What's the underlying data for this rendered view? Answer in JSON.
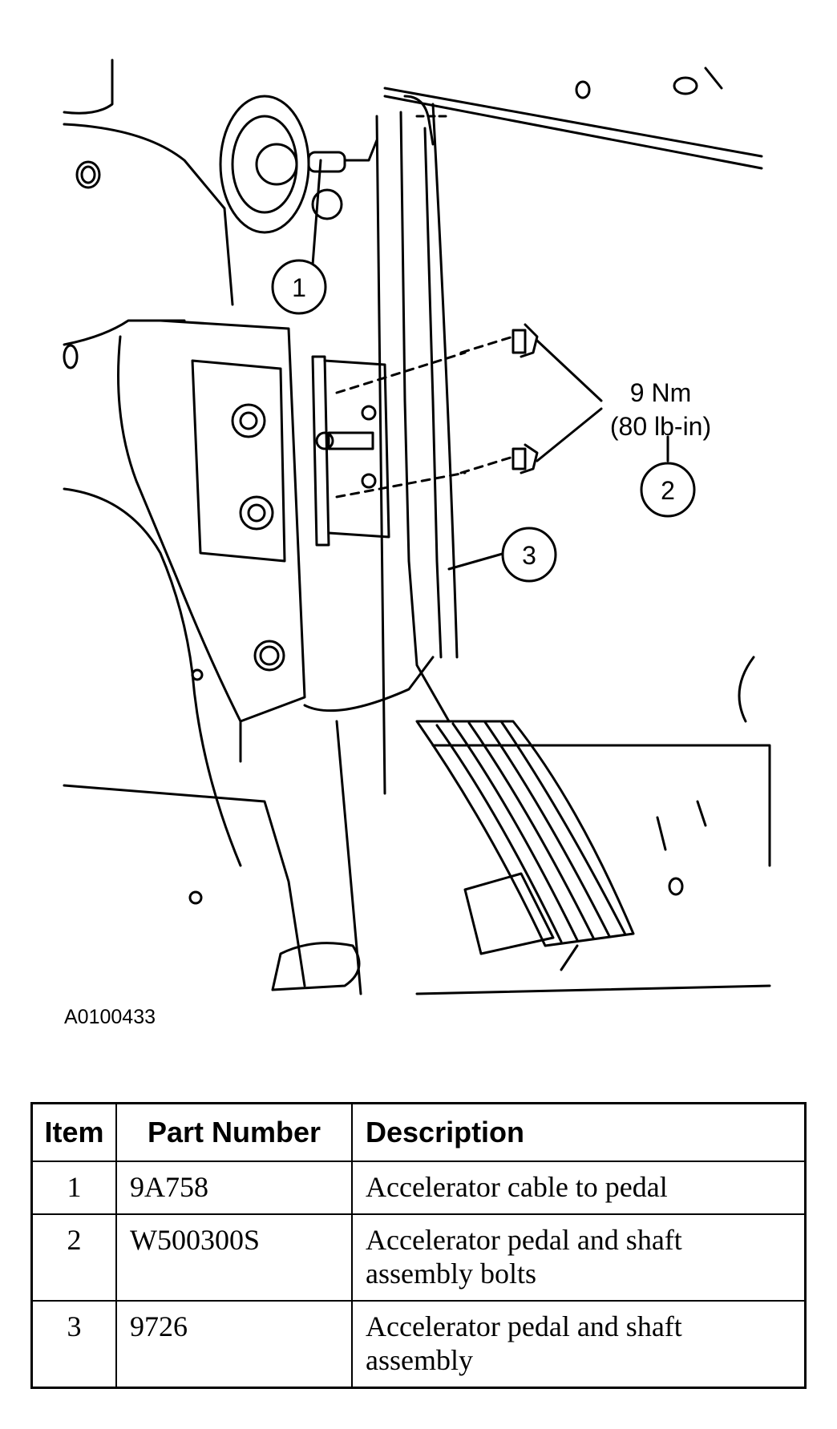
{
  "figure": {
    "callouts": [
      "1",
      "2",
      "3"
    ],
    "torque_line1": "9 Nm",
    "torque_line2": "(80 lb-in)",
    "figure_id": "A0100433"
  },
  "table": {
    "headers": {
      "item": "Item",
      "part_number": "Part Number",
      "description": "Description"
    },
    "rows": [
      {
        "item": "1",
        "part_number": "9A758",
        "description": "Accelerator cable to pedal"
      },
      {
        "item": "2",
        "part_number": "W500300S",
        "description": "Accelerator pedal and shaft assembly bolts"
      },
      {
        "item": "3",
        "part_number": "9726",
        "description": "Accelerator pedal and shaft assembly"
      }
    ]
  }
}
